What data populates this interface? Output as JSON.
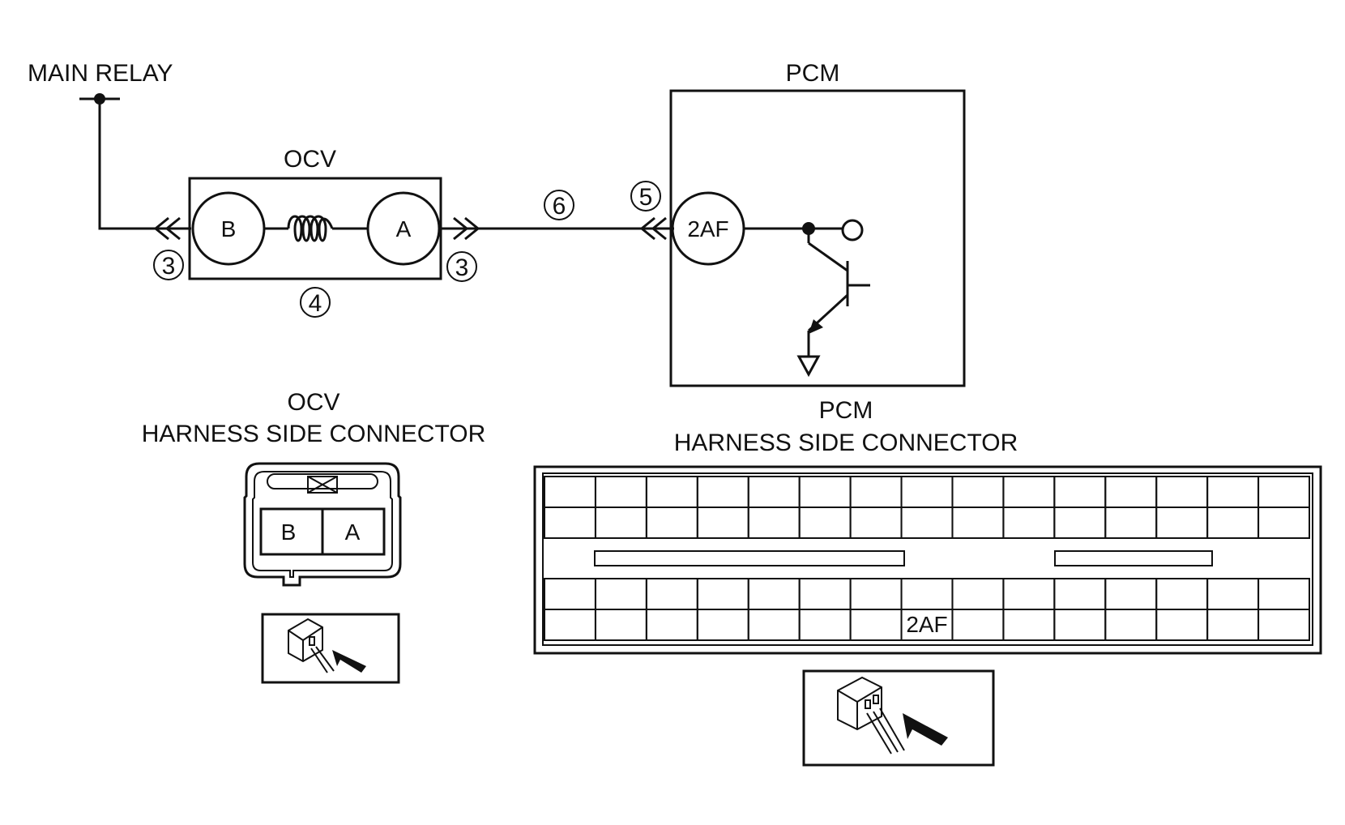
{
  "labels": {
    "main_relay": "MAIN RELAY",
    "ocv": "OCV",
    "pcm": "PCM",
    "ocv_connector_title_1": "OCV",
    "ocv_connector_title_2": "HARNESS SIDE CONNECTOR",
    "pcm_connector_title_1": "PCM",
    "pcm_connector_title_2": "HARNESS SIDE CONNECTOR"
  },
  "terminals": {
    "ocv_b": "B",
    "ocv_a": "A",
    "pcm_2af": "2AF"
  },
  "callouts": {
    "c3_left": "3",
    "c3_right": "3",
    "c4": "4",
    "c5": "5",
    "c6": "6"
  },
  "ocv_connector": {
    "cell_b": "B",
    "cell_a": "A"
  },
  "pcm_connector": {
    "columns": 15,
    "rows_per_block": 2,
    "highlight_label": "2AF",
    "highlight_row": 1,
    "highlight_col": 7
  }
}
